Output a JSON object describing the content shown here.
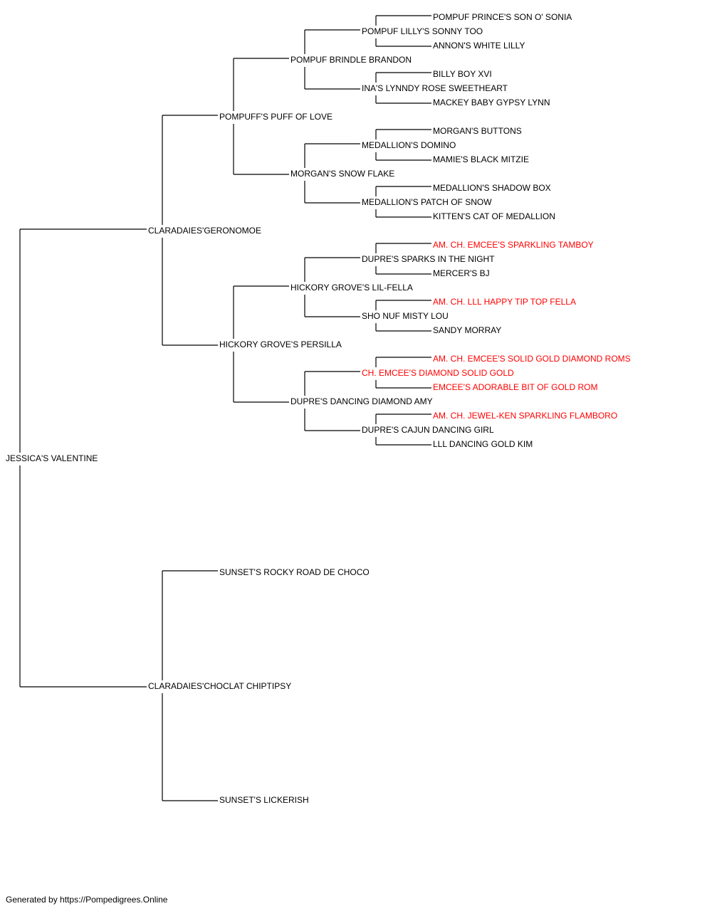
{
  "pedigree": {
    "subject": {
      "name": "JESSICA'S VALENTINE",
      "champion": false
    },
    "sire": {
      "name": "CLARADAIES'GERONOMOE",
      "champion": false,
      "sire": {
        "name": "POMPUFF'S PUFF OF LOVE",
        "champion": false,
        "sire": {
          "name": "POMPUF BRINDLE BRANDON",
          "champion": false,
          "sire": {
            "name": "POMPUF LILLY'S SONNY TOO",
            "champion": false,
            "sire": {
              "name": "POMPUF PRINCE'S SON O' SONIA",
              "champion": false
            },
            "dam": {
              "name": "ANNON'S WHITE LILLY",
              "champion": false
            }
          },
          "dam": {
            "name": "INA'S LYNNDY ROSE SWEETHEART",
            "champion": false,
            "sire": {
              "name": "BILLY BOY XVI",
              "champion": false
            },
            "dam": {
              "name": "MACKEY BABY GYPSY LYNN",
              "champion": false
            }
          }
        },
        "dam": {
          "name": "MORGAN'S SNOW FLAKE",
          "champion": false,
          "sire": {
            "name": "MEDALLION'S DOMINO",
            "champion": false,
            "sire": {
              "name": "MORGAN'S BUTTONS",
              "champion": false
            },
            "dam": {
              "name": "MAMIE'S BLACK MITZIE",
              "champion": false
            }
          },
          "dam": {
            "name": "MEDALLION'S PATCH OF SNOW",
            "champion": false,
            "sire": {
              "name": "MEDALLION'S SHADOW BOX",
              "champion": false
            },
            "dam": {
              "name": "KITTEN'S CAT OF MEDALLION",
              "champion": false
            }
          }
        }
      },
      "dam": {
        "name": "HICKORY GROVE'S PERSILLA",
        "champion": false,
        "sire": {
          "name": "HICKORY GROVE'S LIL-FELLA",
          "champion": false,
          "sire": {
            "name": "DUPRE'S SPARKS IN THE NIGHT",
            "champion": false,
            "sire": {
              "name": "AM. CH. EMCEE'S SPARKLING TAMBOY",
              "champion": true
            },
            "dam": {
              "name": "MERCER'S BJ",
              "champion": false
            }
          },
          "dam": {
            "name": "SHO NUF MISTY LOU",
            "champion": false,
            "sire": {
              "name": "AM. CH. LLL HAPPY TIP TOP FELLA",
              "champion": true
            },
            "dam": {
              "name": "SANDY MORRAY",
              "champion": false
            }
          }
        },
        "dam": {
          "name": "DUPRE'S DANCING DIAMOND AMY",
          "champion": false,
          "sire": {
            "name": "CH. EMCEE'S DIAMOND SOLID GOLD",
            "champion": true,
            "sire": {
              "name": "AM. CH. EMCEE'S SOLID GOLD DIAMOND ROMS",
              "champion": true
            },
            "dam": {
              "name": "EMCEE'S ADORABLE BIT OF GOLD ROM",
              "champion": true
            }
          },
          "dam": {
            "name": "DUPRE'S CAJUN DANCING GIRL",
            "champion": false,
            "sire": {
              "name": "AM. CH. JEWEL-KEN SPARKLING FLAMBORO",
              "champion": true
            },
            "dam": {
              "name": "LLL DANCING GOLD KIM",
              "champion": false
            }
          }
        }
      }
    },
    "dam": {
      "name": "CLARADAIES'CHOCLAT CHIPTIPSY",
      "champion": false,
      "sire": {
        "name": "SUNSET'S ROCKY ROAD DE CHOCO",
        "champion": false
      },
      "dam": {
        "name": "SUNSET'S LICKERISH",
        "champion": false
      }
    }
  },
  "colors": {
    "champion": "#ff0000",
    "normal": "#000000",
    "line": "#000000"
  },
  "footer": {
    "text": "Generated by https://Pompedigrees.Online"
  }
}
